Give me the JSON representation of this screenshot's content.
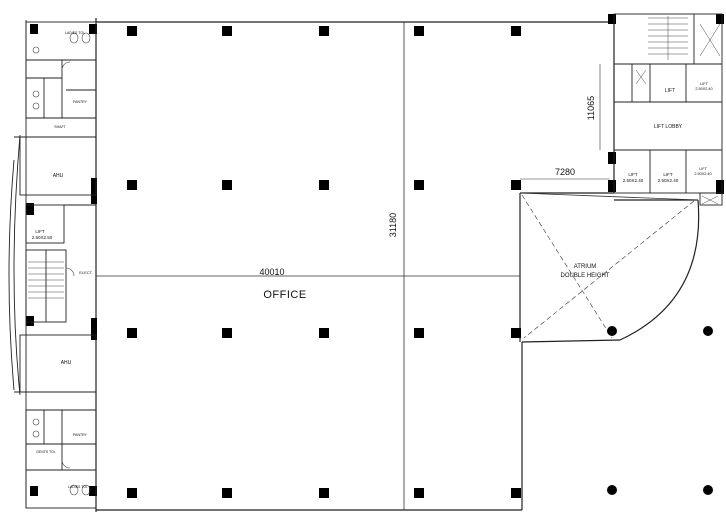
{
  "labels": {
    "office": "OFFICE",
    "width_dim": "40010",
    "depth_dim": "31180",
    "core_height_dim": "11065",
    "core_offset_dim": "7280",
    "atrium_line1": "ATRIUM",
    "atrium_line2": "DOUBLE HEIGHT",
    "lift_lobby": "LIFT LOBBY",
    "lift": "LIFT",
    "lift_size_a": "2.50X2.40",
    "lift_size_b": "2.50X2.40",
    "lift_size_c": "2.50X2.40",
    "lift_size_d": "2.50X2.40",
    "lift_size_west": "2.50X2.50",
    "ahu_upper": "AHU",
    "ahu_lower": "AHU",
    "ladies_top": "LADIES TOI.",
    "ladies_bottom": "LADIES TOI.",
    "gents_bottom": "GENTS TOI.",
    "pantry_top": "PANTRY",
    "pantry_bottom": "PANTRY",
    "shaft": "SHAFT",
    "elect": "ELECT."
  }
}
